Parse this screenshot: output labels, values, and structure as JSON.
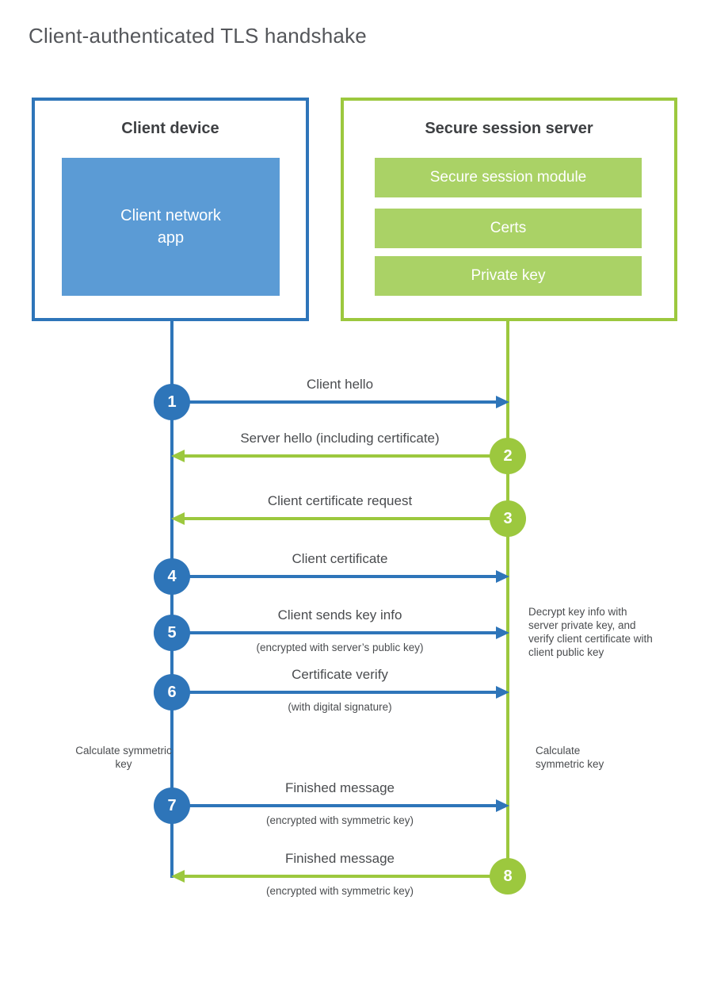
{
  "title": "Client-authenticated TLS handshake",
  "colors": {
    "blue": "#2e75b9",
    "blue_light": "#5b9bd5",
    "green": "#9cc83e",
    "green_light": "#aad266",
    "heading_text": "#3e4043",
    "label_text": "#4a4c4f"
  },
  "client_box": {
    "title": "Client device",
    "app_label": "Client network app"
  },
  "server_box": {
    "title": "Secure session server",
    "modules": [
      "Secure session module",
      "Certs",
      "Private key"
    ]
  },
  "steps": [
    {
      "num": "1",
      "label": "Client hello",
      "sub": "",
      "from": "client",
      "color": "blue"
    },
    {
      "num": "2",
      "label": "Server hello (including certificate)",
      "sub": "",
      "from": "server",
      "color": "green"
    },
    {
      "num": "3",
      "label": "Client certificate request",
      "sub": "",
      "from": "server",
      "color": "green"
    },
    {
      "num": "4",
      "label": "Client certificate",
      "sub": "",
      "from": "client",
      "color": "blue"
    },
    {
      "num": "5",
      "label": "Client sends key info",
      "sub": "(encrypted with server’s public key)",
      "from": "client",
      "color": "blue"
    },
    {
      "num": "6",
      "label": "Certificate verify",
      "sub": "(with digital signature)",
      "from": "client",
      "color": "blue"
    },
    {
      "num": "7",
      "label": "Finished message",
      "sub": "(encrypted with symmetric key)",
      "from": "client",
      "color": "blue"
    },
    {
      "num": "8",
      "label": "Finished message",
      "sub": "(encrypted with symmetric key)",
      "from": "server",
      "color": "green"
    }
  ],
  "annotations": {
    "decrypt_note": "Decrypt key info with server private key, and verify client certificate with client public key",
    "calc_left": "Calculate symmetric key",
    "calc_right": "Calculate symmetric key"
  }
}
